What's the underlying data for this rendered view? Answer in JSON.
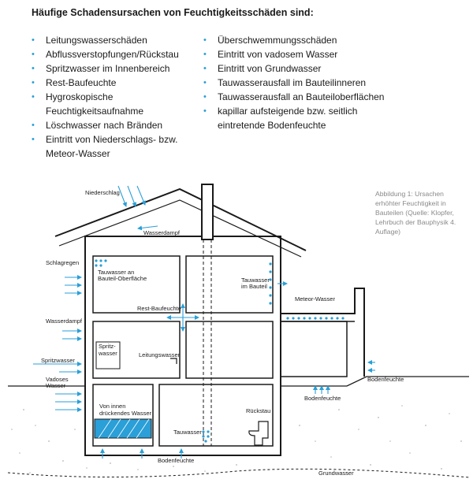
{
  "heading": "Häufige Schadensursachen von Feuchtigkeitsschäden sind:",
  "causes_left": [
    "Leitungswasserschäden",
    "Abflussverstopfungen/Rückstau",
    "Spritzwasser im Innenbereich",
    "Rest-Baufeuchte",
    "Hygroskopische Feuchtigkeitsaufnahme",
    "Löschwasser nach Bränden",
    "Eintritt von Niederschlags- bzw. Meteor-Wasser"
  ],
  "causes_right": [
    "Überschwemmungsschäden",
    "Eintritt von vadosem Wasser",
    "Eintritt von Grundwasser",
    "Tauwasserausfall im Bauteilinneren",
    "Tauwasserausfall an Bauteiloberflächen",
    "kapillar aufsteigende bzw. seitlich eintretende Bodenfeuchte"
  ],
  "caption": "Abbildung 1: Ursachen erhöhter Feuchtigkeit in Bauteilen (Quelle: Klopfer, Lehrbuch der Bauphysik 4. Auflage)",
  "diagram": {
    "niederschlag": "Niederschlag",
    "wasserdampf_roof": "Wasserdampf",
    "schlagregen": "Schlagregen",
    "tauwasser_oberflaeche_1": "Tauwasser an",
    "tauwasser_oberflaeche_2": "Bauteil-Oberfläche",
    "tauwasser_bauteil_1": "Tauwasser",
    "tauwasser_bauteil_2": "im Bauteil",
    "rest_baufeuchte": "Rest-Baufeuchte",
    "meteor_wasser": "Meteor-Wasser",
    "wasserdampf_left": "Wasserdampf",
    "spritzwasser_room_1": "Spritz-",
    "spritzwasser_room_2": "wasser",
    "leitungswasser": "Leitungswasser",
    "spritzwasser_left": "Spritzwasser",
    "vadoses_1": "Vadoses",
    "vadoses_2": "Wasser",
    "bodenfeuchte_right": "Bodenfeuchte",
    "bodenfeuchte_mid": "Bodenfeuchte",
    "innen_1": "Von innen",
    "innen_2": "drückendes Wasser",
    "rueckstau": "Rückstau",
    "tauwasser_basement": "Tauwasser",
    "bodenfeuchte_bottom": "Bodenfeuchte",
    "grundwasser": "Grundwasser"
  },
  "colors": {
    "water": "#2a9fd8",
    "line": "#1a1a1a",
    "caption": "#8a8a8a"
  }
}
